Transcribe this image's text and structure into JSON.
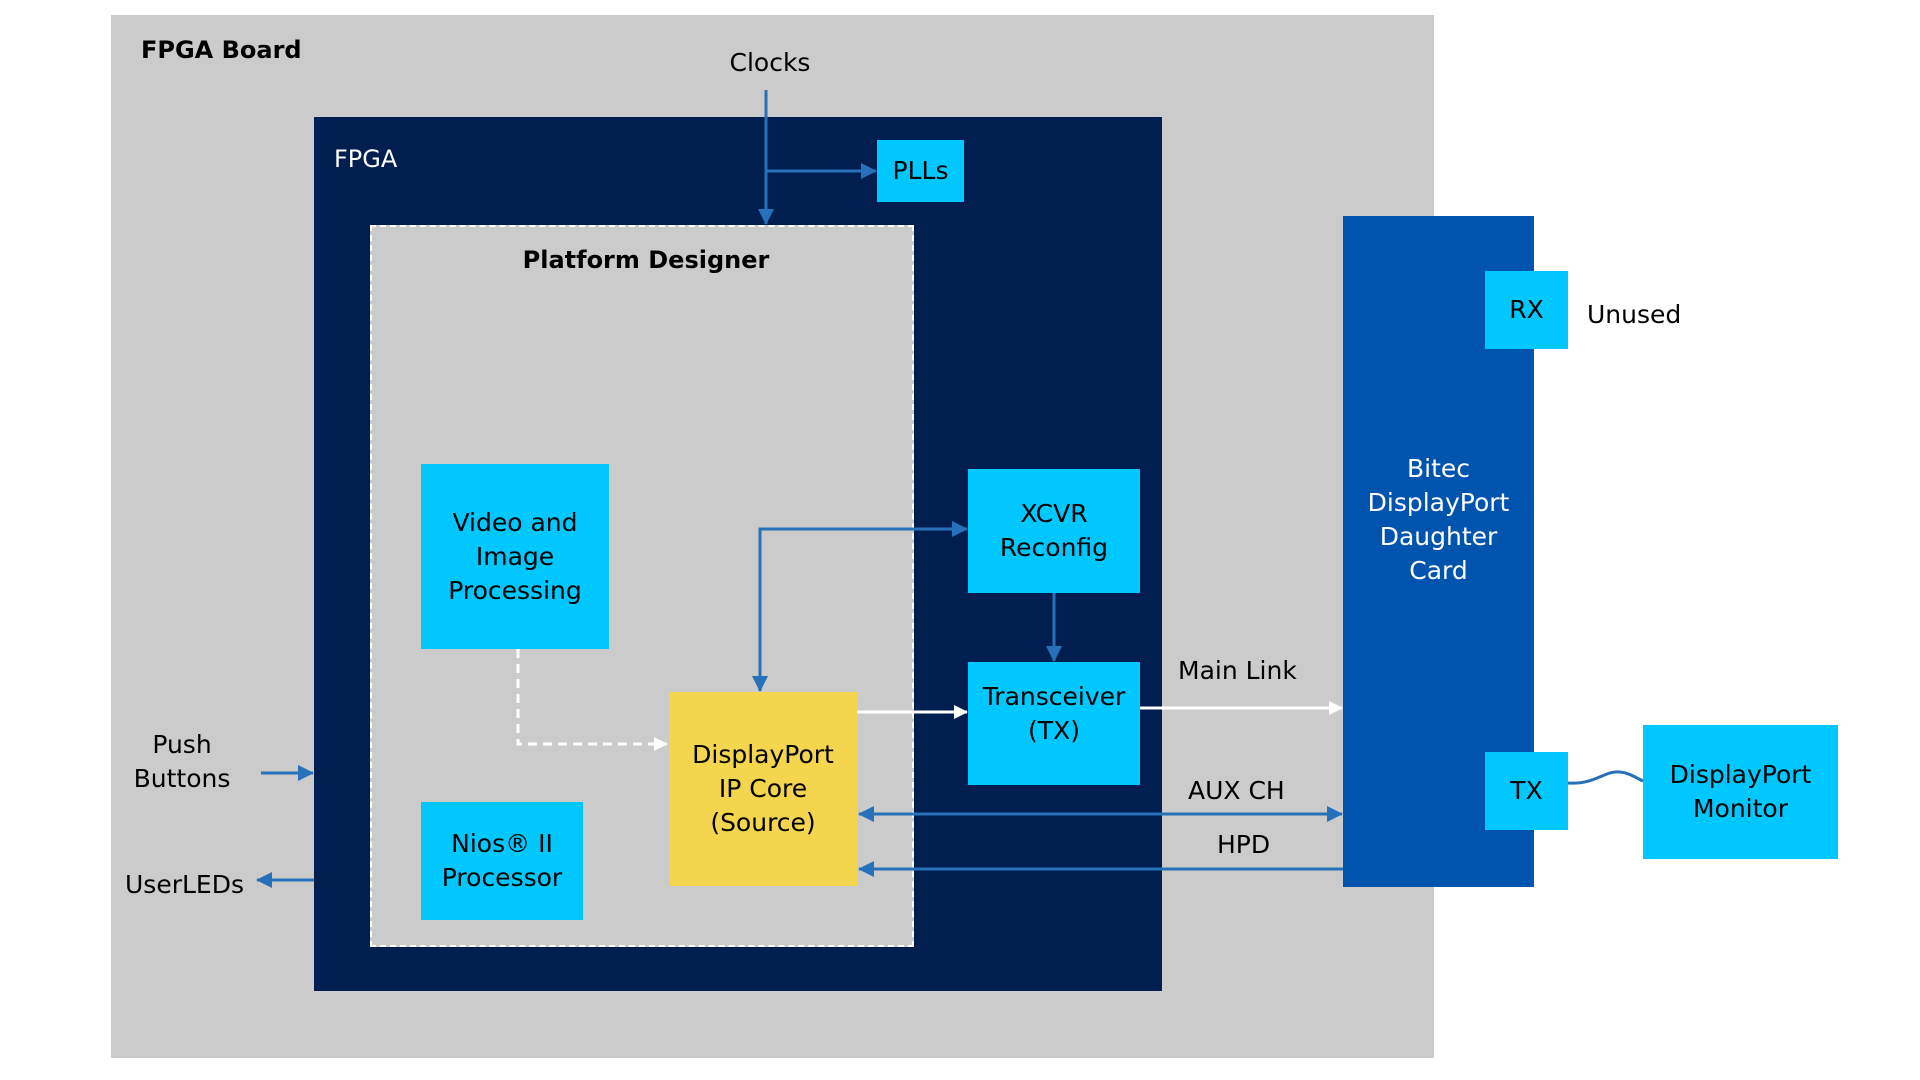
{
  "board": {
    "title": "FPGA Board"
  },
  "fpga": {
    "title": "FPGA"
  },
  "platform_designer": {
    "title": "Platform Designer"
  },
  "inputs": {
    "clocks": "Clocks",
    "push_buttons": "Push\nButtons",
    "user_leds": "UserLEDs"
  },
  "blocks": {
    "plls": "PLLs",
    "video_image_processing": "Video and\nImage\nProcessing",
    "nios": "Nios® II\nProcessor",
    "dp_ip_core": "DisplayPort\nIP Core\n(Source)",
    "xcvr_reconfig": "XCVR\nReconfig",
    "transceiver": "Transceiver\n(TX)"
  },
  "daughter_card": {
    "title": "Bitec\nDisplayPort\nDaughter\nCard",
    "rx": "RX",
    "tx": "TX",
    "rx_status": "Unused"
  },
  "monitor": {
    "label": "DisplayPort\nMonitor"
  },
  "links": {
    "main_link": "Main Link",
    "aux_ch": "AUX CH",
    "hpd": "HPD"
  },
  "colors": {
    "board_bg": "#cbcbcb",
    "fpga_bg": "#001e50",
    "block_cyan": "#00c7fd",
    "ip_core_yellow": "#f3d54e",
    "card_blue": "#0054ae",
    "wire_blue": "#2671b9",
    "data_path_white": "#ffffff"
  }
}
